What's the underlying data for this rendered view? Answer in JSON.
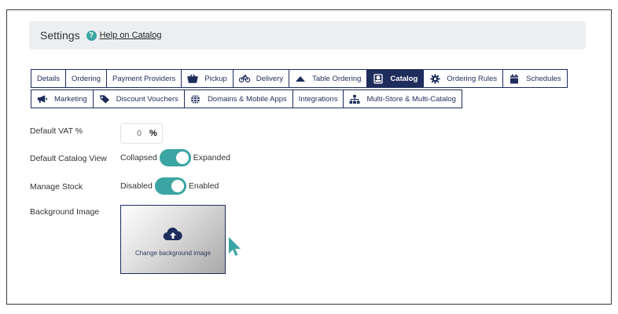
{
  "header": {
    "title": "Settings",
    "help_link": "Help on Catalog"
  },
  "tabs_row1": [
    {
      "label": "Details",
      "icon": ""
    },
    {
      "label": "Ordering",
      "icon": ""
    },
    {
      "label": "Payment Providers",
      "icon": ""
    },
    {
      "label": "Pickup",
      "icon": "basket-icon"
    },
    {
      "label": "Delivery",
      "icon": "bicycle-icon"
    },
    {
      "label": "Table Ordering",
      "icon": "table-icon"
    },
    {
      "label": "Catalog",
      "icon": "catalog-icon",
      "active": true
    },
    {
      "label": "Ordering Rules",
      "icon": "gear-icon"
    },
    {
      "label": "Schedules",
      "icon": "calendar-icon"
    }
  ],
  "tabs_row2": [
    {
      "label": "Marketing",
      "icon": "megaphone-icon"
    },
    {
      "label": "Discount Vouchers",
      "icon": "tag-icon"
    },
    {
      "label": "Domains & Mobile Apps",
      "icon": "globe-icon"
    },
    {
      "label": "Integrations",
      "icon": ""
    },
    {
      "label": "Multi-Store & Multi-Catalog",
      "icon": "sitemap-icon"
    }
  ],
  "form": {
    "vat_label": "Default VAT %",
    "vat_value": "0",
    "vat_suffix": "%",
    "catalog_view_label": "Default Catalog View",
    "catalog_view_off": "Collapsed",
    "catalog_view_on": "Expanded",
    "catalog_view_state": "on",
    "manage_stock_label": "Manage Stock",
    "manage_stock_off": "Disabled",
    "manage_stock_on": "Enabled",
    "manage_stock_state": "on",
    "bg_image_label": "Background Image",
    "bg_image_caption": "Change background image"
  },
  "colors": {
    "accent": "#3aa5a3",
    "navy": "#1f2d5c",
    "header_bg": "#eceff2"
  }
}
